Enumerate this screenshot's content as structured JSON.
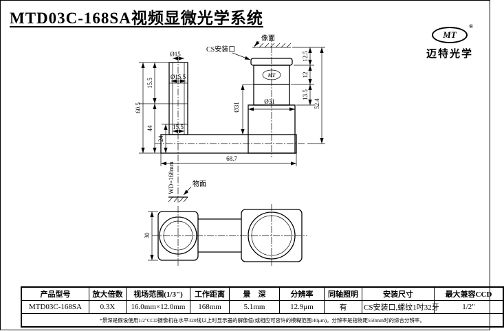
{
  "page": {
    "title": "MTD03C-168SA视频显微光学系统"
  },
  "logo": {
    "brand": "MT",
    "reg": "®",
    "company": "迈特光学"
  },
  "drawing": {
    "labels": {
      "image_plane": "像面",
      "cs_mount": "CS安装口",
      "object_plane": "物面",
      "wd": "WD=168mm",
      "logo_small": "MT"
    },
    "dims": {
      "d15": "Ø15",
      "d15_5": "Ø15.5",
      "v60_5": "60.5",
      "v15_5": "15.5",
      "v44": "44",
      "v24": "24",
      "h15_5": "15.5",
      "d31_v": "Ø31",
      "d31_h": "Ø31",
      "h68_7": "68.7",
      "v12_5": "12.5",
      "v12": "12",
      "v13_5": "13.5",
      "v52_4": "52.4",
      "v30": "30"
    }
  },
  "table": {
    "headers": [
      "产品型号",
      "放大倍数",
      "视场范围(1/3\")",
      "工作距离",
      "景　深",
      "分辨率",
      "同轴照明",
      "安装尺寸",
      "最大兼容CCD"
    ],
    "row": [
      "MTD03C-168SA",
      "0.3X",
      "16.0mm×12.0mm",
      "168mm",
      "5.1mm",
      "12.9μm",
      "有",
      "CS安装口,螺纹1吋32牙",
      "1/2\""
    ],
    "footnote": "*景深是假设使用1/2\"CCD摄像机在水平320线以上时显示器的解像值(或相应可容许的模糊范围:40μm)。分辨率是指物距550mm时的综合分辨率。"
  }
}
